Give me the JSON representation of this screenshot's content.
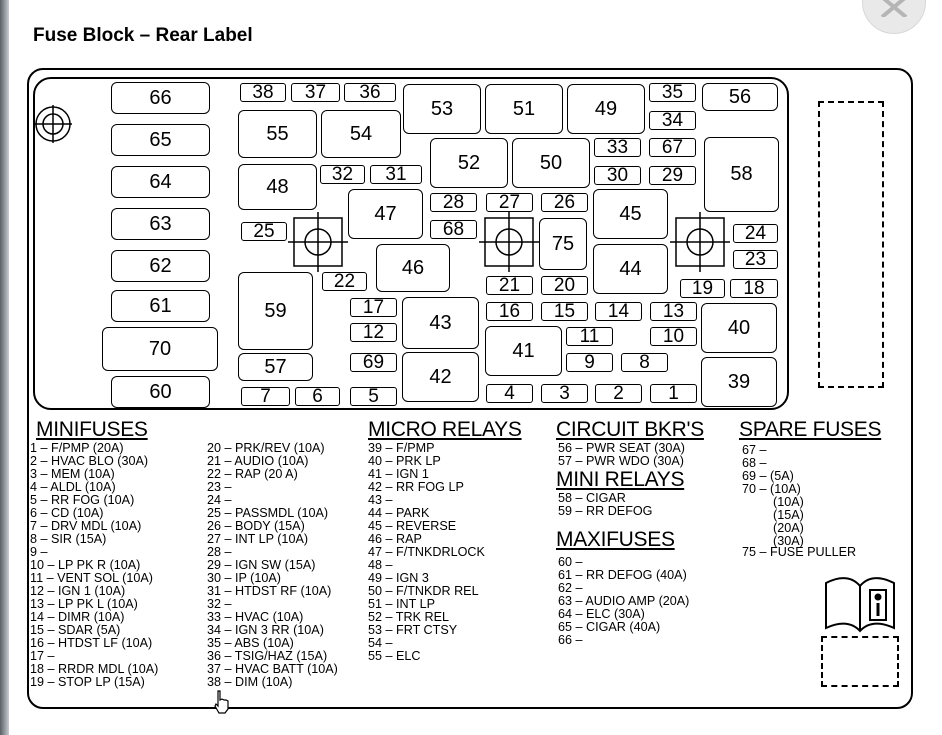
{
  "title": "Fuse Block – Rear Label",
  "fuses": [
    {
      "id": "66",
      "kind": "big"
    },
    {
      "id": "65",
      "kind": "big"
    },
    {
      "id": "64",
      "kind": "big"
    },
    {
      "id": "63",
      "kind": "big"
    },
    {
      "id": "62",
      "kind": "big"
    },
    {
      "id": "61",
      "kind": "big"
    },
    {
      "id": "70",
      "kind": "big"
    },
    {
      "id": "60",
      "kind": "big"
    },
    {
      "id": "38",
      "kind": "small"
    },
    {
      "id": "37",
      "kind": "small"
    },
    {
      "id": "36",
      "kind": "small"
    },
    {
      "id": "55",
      "kind": "big"
    },
    {
      "id": "54",
      "kind": "big"
    },
    {
      "id": "32",
      "kind": "small"
    },
    {
      "id": "31",
      "kind": "small"
    },
    {
      "id": "48",
      "kind": "big"
    },
    {
      "id": "47",
      "kind": "big"
    },
    {
      "id": "25",
      "kind": "small"
    },
    {
      "id": "22",
      "kind": "small"
    },
    {
      "id": "46",
      "kind": "big"
    },
    {
      "id": "59",
      "kind": "big"
    },
    {
      "id": "17",
      "kind": "small"
    },
    {
      "id": "12",
      "kind": "small"
    },
    {
      "id": "69",
      "kind": "small"
    },
    {
      "id": "57",
      "kind": "big"
    },
    {
      "id": "7",
      "kind": "small"
    },
    {
      "id": "6",
      "kind": "small"
    },
    {
      "id": "5",
      "kind": "small"
    },
    {
      "id": "53",
      "kind": "big"
    },
    {
      "id": "51",
      "kind": "big"
    },
    {
      "id": "49",
      "kind": "big"
    },
    {
      "id": "52",
      "kind": "big"
    },
    {
      "id": "50",
      "kind": "big"
    },
    {
      "id": "28",
      "kind": "small"
    },
    {
      "id": "27",
      "kind": "small"
    },
    {
      "id": "26",
      "kind": "small"
    },
    {
      "id": "68",
      "kind": "small"
    },
    {
      "id": "75",
      "kind": "big"
    },
    {
      "id": "21",
      "kind": "small"
    },
    {
      "id": "20",
      "kind": "small"
    },
    {
      "id": "16",
      "kind": "small"
    },
    {
      "id": "15",
      "kind": "small"
    },
    {
      "id": "14",
      "kind": "small"
    },
    {
      "id": "13",
      "kind": "small"
    },
    {
      "id": "43",
      "kind": "big"
    },
    {
      "id": "11",
      "kind": "small"
    },
    {
      "id": "10",
      "kind": "small"
    },
    {
      "id": "41",
      "kind": "big"
    },
    {
      "id": "42",
      "kind": "big"
    },
    {
      "id": "9",
      "kind": "small"
    },
    {
      "id": "8",
      "kind": "small"
    },
    {
      "id": "4",
      "kind": "small"
    },
    {
      "id": "3",
      "kind": "small"
    },
    {
      "id": "2",
      "kind": "small"
    },
    {
      "id": "1",
      "kind": "small"
    },
    {
      "id": "35",
      "kind": "small"
    },
    {
      "id": "34",
      "kind": "small"
    },
    {
      "id": "56",
      "kind": "big"
    },
    {
      "id": "33",
      "kind": "small"
    },
    {
      "id": "67",
      "kind": "small"
    },
    {
      "id": "30",
      "kind": "small"
    },
    {
      "id": "29",
      "kind": "small"
    },
    {
      "id": "58",
      "kind": "big"
    },
    {
      "id": "45",
      "kind": "big"
    },
    {
      "id": "44",
      "kind": "big"
    },
    {
      "id": "24",
      "kind": "small"
    },
    {
      "id": "23",
      "kind": "small"
    },
    {
      "id": "19",
      "kind": "small"
    },
    {
      "id": "18",
      "kind": "small"
    },
    {
      "id": "40",
      "kind": "big"
    },
    {
      "id": "39",
      "kind": "big"
    }
  ],
  "minifuses": {
    "heading": "MINIFUSES",
    "col1": [
      "1 – F/PMP (20A)",
      "2 – HVAC BLO (30A)",
      "3 – MEM (10A)",
      "4 – ALDL (10A)",
      "5 – RR FOG (10A)",
      "6 – CD (10A)",
      "7 – DRV MDL (10A)",
      "8 – SIR (15A)",
      "9 –",
      "10 – LP PK R (10A)",
      "11 – VENT SOL (10A)",
      "12 – IGN 1 (10A)",
      "13 – LP PK L (10A)",
      "14 – DIMR (10A)",
      "15 – SDAR (5A)",
      "16 – HTDST LF (10A)",
      "17 –",
      "18 – RRDR MDL (10A)",
      "19 – STOP LP (15A)"
    ],
    "col2": [
      "20 – PRK/REV (10A)",
      "21 – AUDIO (10A)",
      "22 – RAP (20 A)",
      "23 –",
      "24 –",
      "25 – PASSMDL (10A)",
      "26 – BODY (15A)",
      "27 – INT LP (10A)",
      "28 –",
      "29 – IGN SW (15A)",
      "30 – IP (10A)",
      "31 – HTDST RF (10A)",
      "32 –",
      "33 – HVAC (10A)",
      "34 – IGN 3 RR (10A)",
      "35 – ABS (10A)",
      "36 – TSIG/HAZ (15A)",
      "37 – HVAC BATT (10A)",
      "38 – DIM (10A)"
    ]
  },
  "micro_relays": {
    "heading": "MICRO RELAYS",
    "items": [
      "39 – F/PMP",
      "40 – PRK LP",
      "41 – IGN 1",
      "42 – RR FOG LP",
      "43 –",
      "44 – PARK",
      "45 – REVERSE",
      "46 – RAP",
      "47 – F/TNKDRLOCK",
      "48 –",
      "49 – IGN 3",
      "50 – F/TNKDR REL",
      "51 – INT LP",
      "52 – TRK REL",
      "53 – FRT CTSY",
      "54 –",
      "55 – ELC"
    ]
  },
  "circuit_bkrs": {
    "heading": "CIRCUIT BKR'S",
    "items": [
      "56 – PWR SEAT (30A)",
      "57 – PWR WDO (30A)"
    ]
  },
  "mini_relays": {
    "heading": "MINI RELAYS",
    "items": [
      "58 – CIGAR",
      "59 – RR DEFOG"
    ]
  },
  "maxifuses": {
    "heading": "MAXIFUSES",
    "items": [
      "60 –",
      "61 – RR DEFOG (40A)",
      "62 –",
      "63 – AUDIO AMP (20A)",
      "64 – ELC (30A)",
      "65 – CIGAR (40A)",
      "66 –"
    ]
  },
  "spare_fuses": {
    "heading": "SPARE FUSES",
    "items": [
      "67 –",
      "68 –",
      "69 – (5A)",
      "70 – (10A)",
      "(10A)",
      "(15A)",
      "(20A)",
      "(30A)",
      "75 – FUSE PULLER"
    ]
  },
  "icons": [
    "close-icon",
    "crosshair-icon",
    "manual-info-icon",
    "hand-cursor-icon"
  ],
  "colors": {
    "ink": "#000000",
    "background": "#ffffff"
  }
}
